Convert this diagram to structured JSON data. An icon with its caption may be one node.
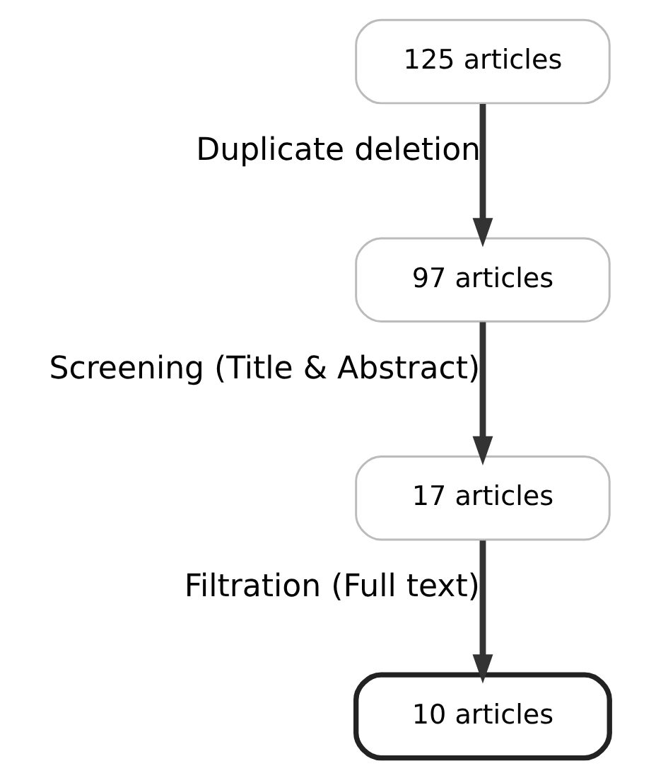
{
  "diagram": {
    "nodes": [
      {
        "text": [
          "125 articles"
        ]
      },
      {
        "text": [
          "97 articles"
        ]
      },
      {
        "text": [
          "17 articles"
        ]
      },
      {
        "text": [
          "10 articles"
        ]
      }
    ],
    "edges": [
      {
        "from": 0,
        "to": 1,
        "arrow": "to",
        "label": "Duplicate deletion"
      },
      {
        "from": 1,
        "to": 2,
        "arrow": "to",
        "label": "Screening (Title & Abstract)"
      },
      {
        "from": 2,
        "to": 3,
        "arrow": "to",
        "label": "Filtration (Full text)"
      }
    ]
  }
}
